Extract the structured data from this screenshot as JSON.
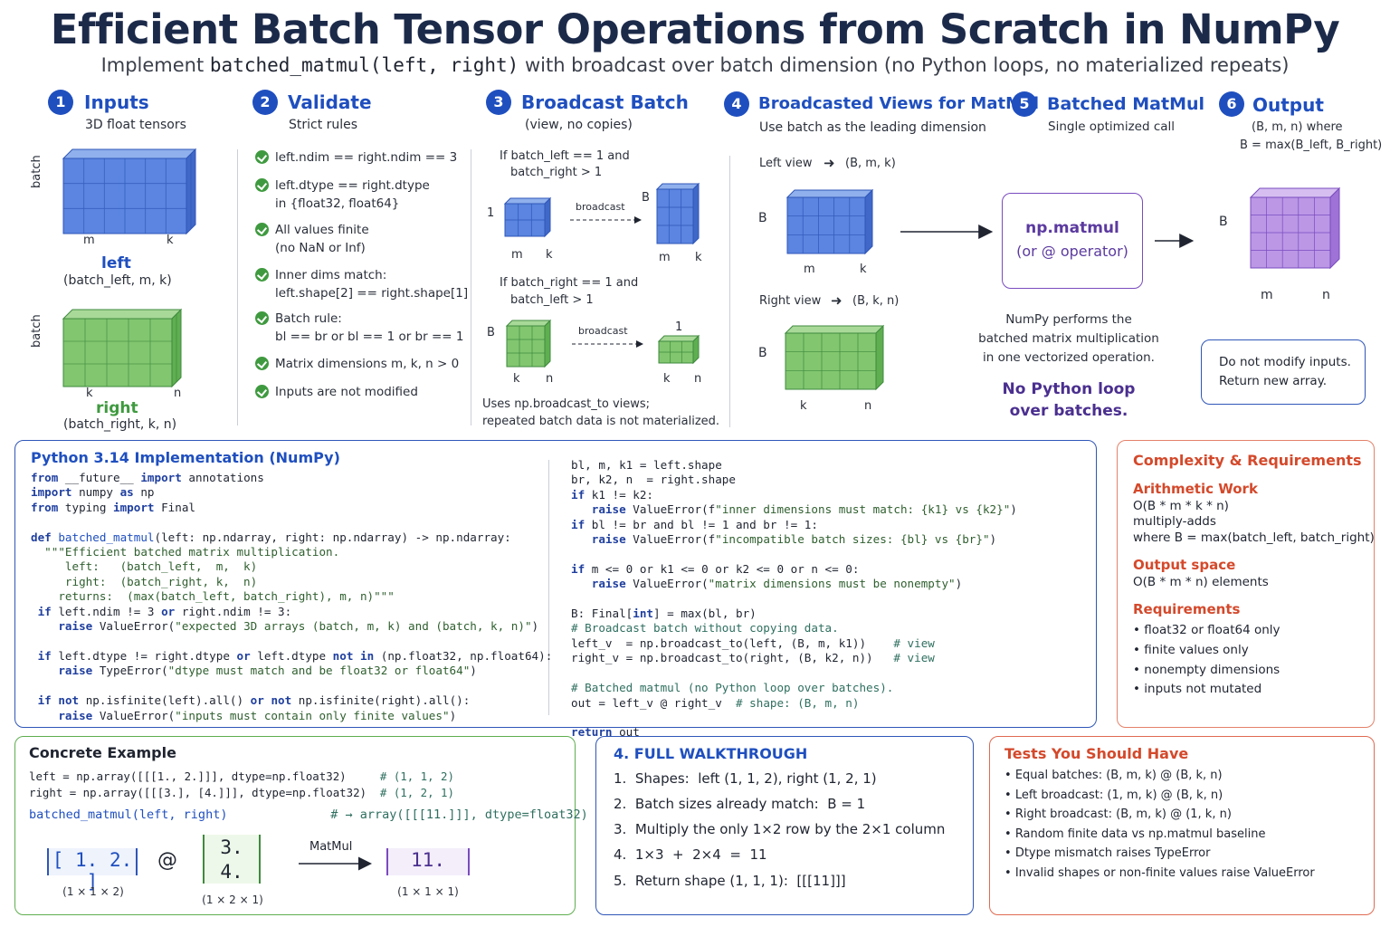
{
  "header": {
    "title": "Efficient Batch Tensor Operations from Scratch in NumPy",
    "subtitle_pre": "Implement ",
    "subtitle_code": "batched_matmul(left, right)",
    "subtitle_post": " with broadcast over batch dimension (no Python loops, no materialized repeats)"
  },
  "colors": {
    "blue": "#1f4fbf",
    "green": "#3f9a3f",
    "purple": "#7a4bbf",
    "orange": "#d4492b"
  },
  "steps": [
    {
      "num": "1",
      "title": "Inputs",
      "sub": "3D float tensors"
    },
    {
      "num": "2",
      "title": "Validate",
      "sub": "Strict rules"
    },
    {
      "num": "3",
      "title": "Broadcast Batch",
      "sub": "(view, no copies)"
    },
    {
      "num": "4",
      "title": "Broadcasted Views for MatMul",
      "sub": "Use batch as the leading dimension"
    },
    {
      "num": "5",
      "title": "Batched MatMul",
      "sub": "Single optimized call"
    },
    {
      "num": "6",
      "title": "Output",
      "sub": "(B, m, n) where",
      "sub2": "B = max(B_left, B_right)"
    }
  ],
  "inputs": {
    "left": {
      "batch": "batch",
      "m": "m",
      "k": "k",
      "name": "left",
      "shape": "(batch_left, m, k)"
    },
    "right": {
      "batch": "batch",
      "k": "k",
      "n": "n",
      "name": "right",
      "shape": "(batch_right, k, n)"
    }
  },
  "validate": [
    "left.ndim == right.ndim == 3",
    "left.dtype == right.dtype\nin {float32, float64}",
    "All values finite\n(no NaN or Inf)",
    "Inner dims match:\nleft.shape[2] == right.shape[1]",
    "Batch rule:\nbl == br or bl == 1 or br == 1",
    "Matrix dimensions m, k, n > 0",
    "Inputs are not modified"
  ],
  "broadcast": {
    "cond1_line1": "If batch_left == 1 and",
    "cond1_line2": "batch_right > 1",
    "cond2_line1": "If batch_right == 1 and",
    "cond2_line2": "batch_left  > 1",
    "arrow_label": "broadcast",
    "one": "1",
    "B": "B",
    "m": "m",
    "k": "k",
    "n": "n",
    "note1": "Uses np.broadcast_to views;",
    "note2": "repeated batch data is not materialized."
  },
  "views": {
    "left": "Left view",
    "left_shape": "(B, m, k)",
    "right": "Right view",
    "right_shape": "(B, k, n)",
    "B": "B",
    "m": "m",
    "k": "k",
    "n": "n"
  },
  "matmul": {
    "name": "np.matmul",
    "alt": "(or @ operator)",
    "desc1": "NumPy performs the",
    "desc2": "batched matrix multiplication",
    "desc3": "in one vectorized operation.",
    "emph1": "No Python loop",
    "emph2": "over batches."
  },
  "output": {
    "B": "B",
    "m": "m",
    "n": "n",
    "note1": "Do not modify inputs.",
    "note2": "Return new array."
  },
  "impl": {
    "title": "Python 3.14 Implementation (NumPy)"
  },
  "complexity": {
    "title": "Complexity & Requirements",
    "arith_head": "Arithmetic Work",
    "arith_1": "O(B * m * k * n)",
    "arith_2": "multiply-adds",
    "arith_3": "where B = max(batch_left, batch_right)",
    "out_head": "Output space",
    "out_1": "O(B * m * n) elements",
    "req_head": "Requirements",
    "reqs": [
      "float32 or float64 only",
      "finite values only",
      "nonempty dimensions",
      "inputs not mutated"
    ]
  },
  "example": {
    "title": "Concrete Example",
    "left_val": "[ 1.   2. ]",
    "right_top": "3.",
    "right_bot": "4.",
    "at": "@",
    "op": "MatMul",
    "result": "11.",
    "left_shape": "(1 × 1 × 2)",
    "right_shape": "(1 × 2 × 1)",
    "result_shape": "(1 × 1 × 1)"
  },
  "walkthrough": {
    "title": "4. FULL WALKTHROUGH",
    "steps": [
      "1.  Shapes:  left (1, 1, 2), right (1, 2, 1)",
      "2.  Batch sizes already match:  B = 1",
      "3.  Multiply the only 1×2 row by the 2×1 column",
      "4.  1×3  +  2×4  =  11",
      "5.  Return shape (1, 1, 1):  [[[11]]]"
    ]
  },
  "tests": {
    "title": "Tests You Should Have",
    "items": [
      "Equal batches:  (B, m, k) @ (B, k, n)",
      "Left broadcast:  (1, m, k) @ (B, k, n)",
      "Right broadcast:  (B, m, k) @ (1, k, n)",
      "Random finite data vs np.matmul baseline",
      "Dtype mismatch raises TypeError",
      "Invalid shapes or non-finite values raise ValueError"
    ]
  }
}
